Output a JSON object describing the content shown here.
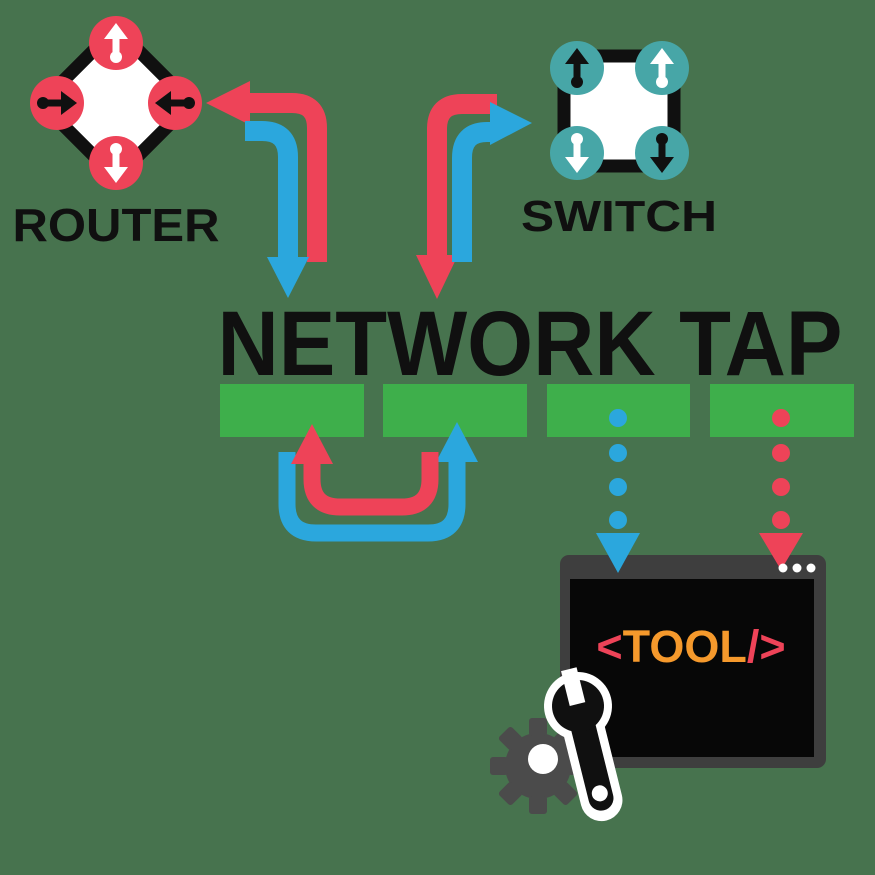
{
  "colors": {
    "bg": "#47734E",
    "red": "#EE4358",
    "blue": "#2BA7DD",
    "teal": "#47A6A7",
    "green": "#3EAF4B",
    "orange": "#F5992C",
    "ink": "#101010",
    "white": "#FFFFFF",
    "window": "#3E3E3E",
    "screen": "#070707",
    "gear": "#4B4B4B"
  },
  "router": {
    "label": "ROUTER"
  },
  "switch": {
    "label": "SWITCH"
  },
  "tap": {
    "title": "NETWORK TAP",
    "port_count": 4
  },
  "tool_window": {
    "code_prefix": "<",
    "code_name": "TOOL",
    "code_suffix": "/>",
    "control_dots": 3
  },
  "icons": [
    "router-icon",
    "switch-icon",
    "gear-icon",
    "wrench-icon",
    "window-control-dots"
  ]
}
